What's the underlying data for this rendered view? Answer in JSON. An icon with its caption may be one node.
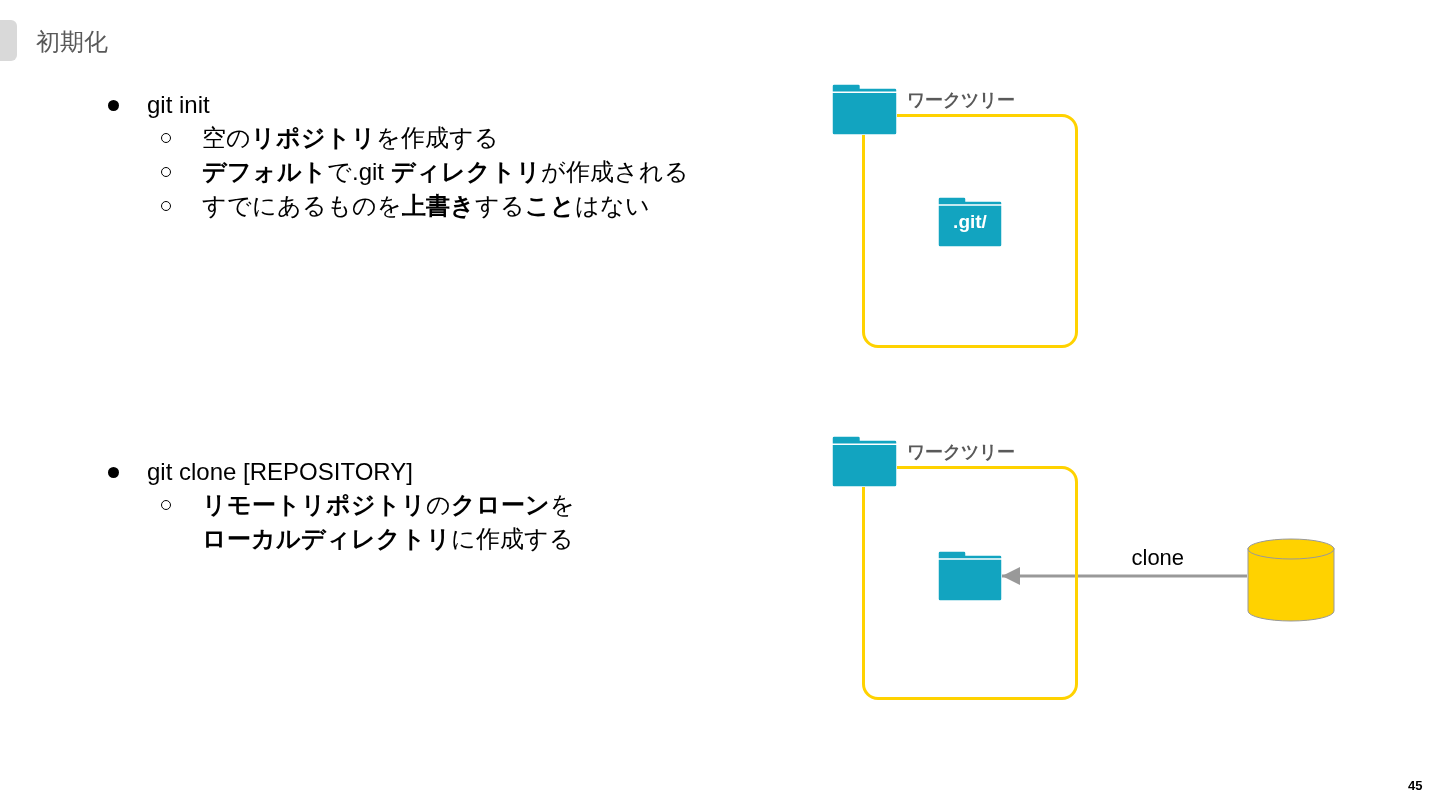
{
  "diagram": {
    "title": "初期化",
    "nodes": [
      {
        "text": [
          "ワークツリー"
        ]
      },
      {
        "text": [
          ".git/"
        ],
        "in": 0
      },
      {
        "text": [
          "ワークツリー"
        ]
      },
      {
        "text": [],
        "shape": "folder",
        "in": 2
      },
      {
        "text": [],
        "shape": "cylinder"
      }
    ],
    "edges": [
      {
        "from": 4,
        "to": 3,
        "arrow": "to",
        "label": "clone"
      }
    ],
    "labels": [
      "git init",
      "空の**リポジトリ**を作成する",
      "**デフォルト**で.git **ディレクトリ**が作成される",
      "すでにあるものを**上書き**する**こと**はない",
      "git clone [REPOSITORY]",
      "**リモートリポジトリ**の**クローン**を**ローカルディレクトリ**に作成する",
      "45"
    ]
  }
}
